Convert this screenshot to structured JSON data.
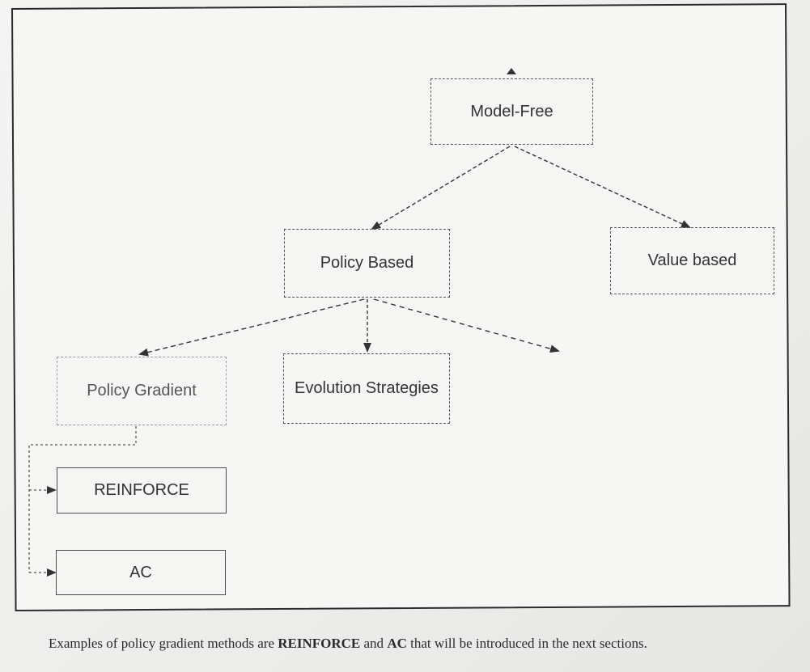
{
  "diagram": {
    "nodes": {
      "model_free": "Model-Free",
      "policy_based": "Policy Based",
      "value_based": "Value based",
      "policy_gradient": "Policy Gradient",
      "evolution_strategies": "Evolution Strategies",
      "reinforce": "REINFORCE",
      "ac": "AC"
    }
  },
  "caption": {
    "part1": "Examples of policy gradient methods are ",
    "bold1": "REINFORCE",
    "part2": " and ",
    "bold2": "AC",
    "part3": " that will be introduced in the next sections."
  },
  "colors": {
    "frame": "#2b2b2b",
    "arrow": "#333333",
    "text": "#333333"
  }
}
